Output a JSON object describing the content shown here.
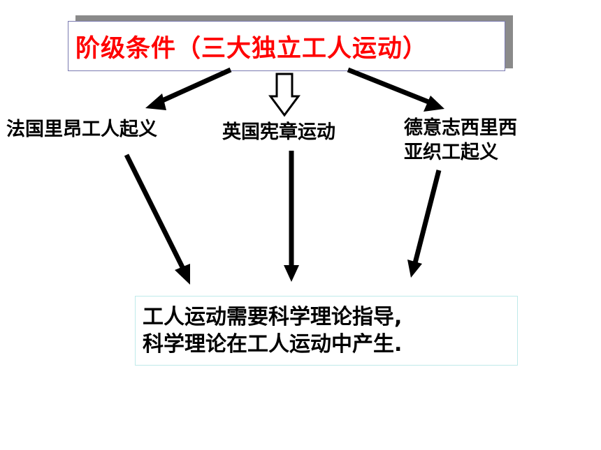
{
  "title": "阶级条件（三大独立工人运动）",
  "nodes": {
    "left": "法国里昂工人起义",
    "middle": "英国宪章运动",
    "right_line1": "德意志西里西",
    "right_line2": "亚织工起义"
  },
  "result": {
    "line1": "工人运动需要科学理论指导,",
    "line2": "科学理论在工人运动中产生."
  },
  "colors": {
    "title_text": "#ff0000",
    "arrows": "#000000",
    "result_border": "#bfeaea"
  }
}
